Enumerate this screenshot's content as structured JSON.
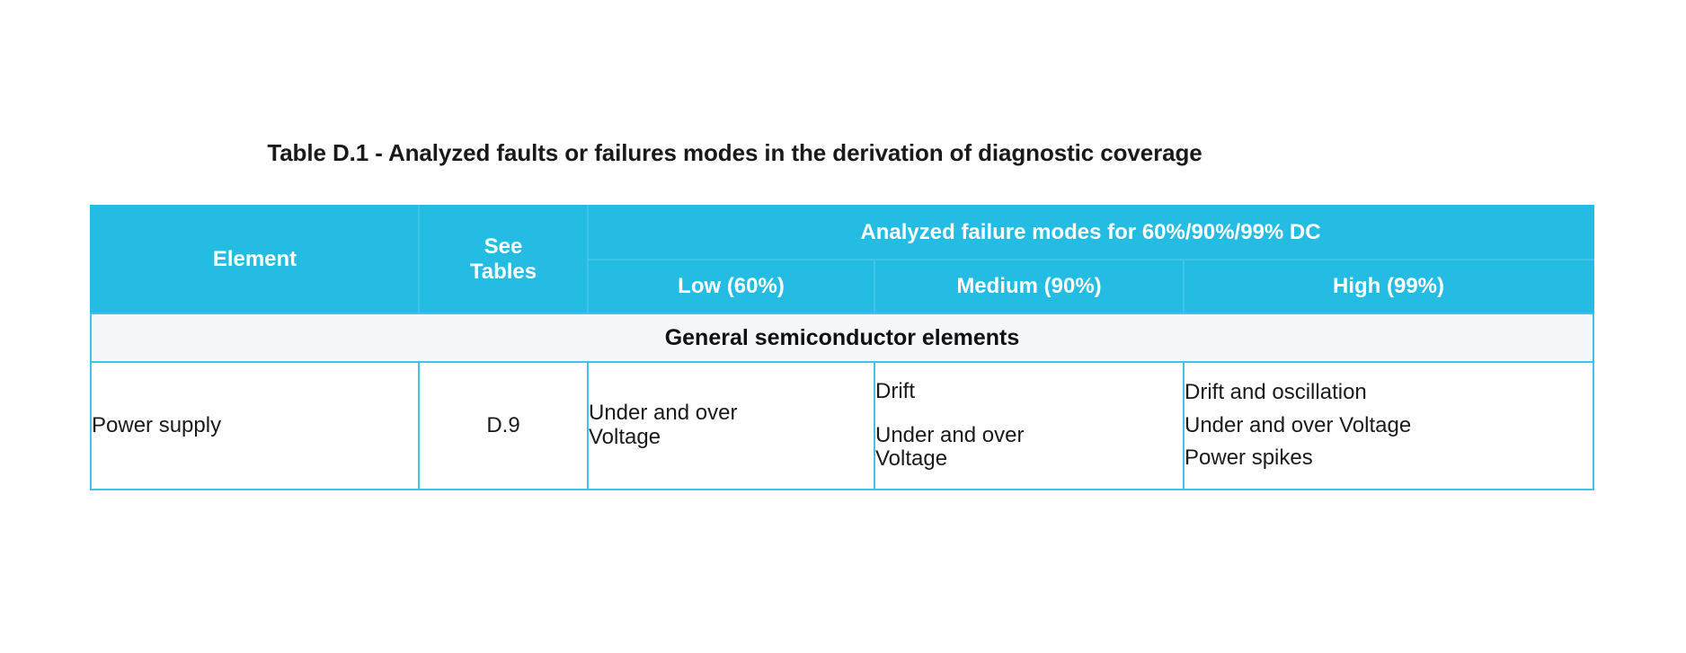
{
  "document": {
    "title": "Table D.1 - Analyzed faults or failures modes in the derivation of diagnostic coverage"
  },
  "colors": {
    "header_background": "#25bce4",
    "header_text": "#ffffff",
    "border": "#3fc3e8",
    "section_background": "#f4f8fb",
    "body_text": "#1a1a1a",
    "page_background": "#ffffff"
  },
  "table": {
    "headers": {
      "element": "Element",
      "see_tables_line1": "See",
      "see_tables_line2": "Tables",
      "analyzed_group": "Analyzed failure modes for 60%/90%/99% DC",
      "low": "Low (60%)",
      "medium": "Medium (90%)",
      "high": "High (99%)"
    },
    "sections": [
      {
        "label": "General semiconductor elements",
        "rows": [
          {
            "element": "Power supply",
            "see_tables": "D.9",
            "low": [
              "Under and over Voltage"
            ],
            "low_lines": [
              "Under and over",
              "Voltage"
            ],
            "medium": [
              "Drift",
              "Under and over Voltage"
            ],
            "medium_lines": [
              [
                "Drift"
              ],
              [
                "Under and over",
                "Voltage"
              ]
            ],
            "high": [
              "Drift and oscillation",
              "Under and over Voltage",
              "Power spikes"
            ]
          }
        ]
      }
    ]
  }
}
